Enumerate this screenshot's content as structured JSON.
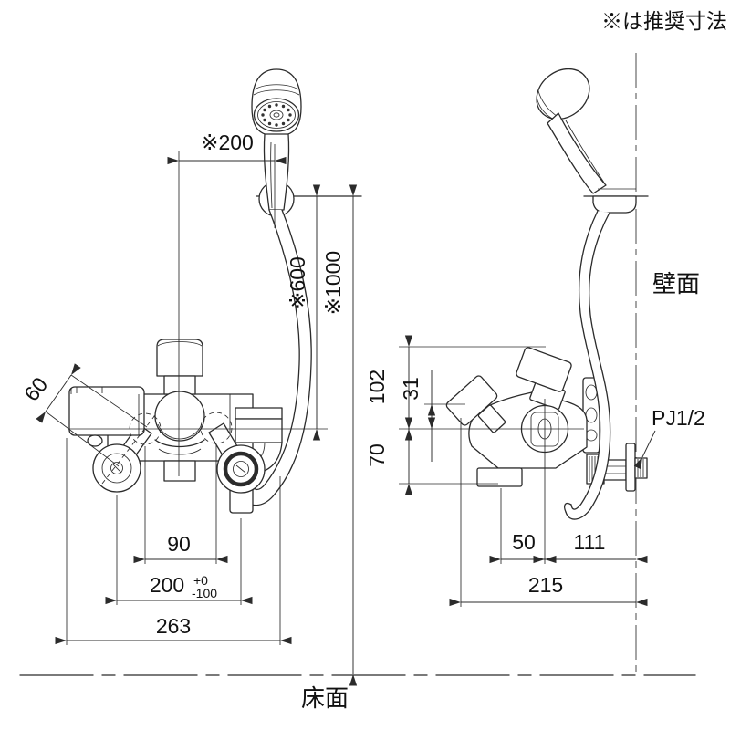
{
  "note": "※は推奨寸法",
  "labels": {
    "wall": "壁面",
    "floor": "床面"
  },
  "front_view": {
    "dim_hanger_offset": "※200",
    "dim_hanger_to_center": "※600",
    "dim_hanger_height": "※1000",
    "dim_leg_offset": "60",
    "dim_pipe_pitch": "90",
    "dim_leg_pitch": "200",
    "dim_leg_pitch_tol_upper": "+0",
    "dim_leg_pitch_tol_lower": "-100",
    "dim_overall_width": "263"
  },
  "side_view": {
    "dim_upper_height": "102",
    "dim_spout_offset": "31",
    "dim_lower_height": "70",
    "dim_spout_pitch": "50",
    "dim_center_to_wall": "111",
    "dim_overall_depth": "215",
    "label_connection": "PJ1/2"
  }
}
